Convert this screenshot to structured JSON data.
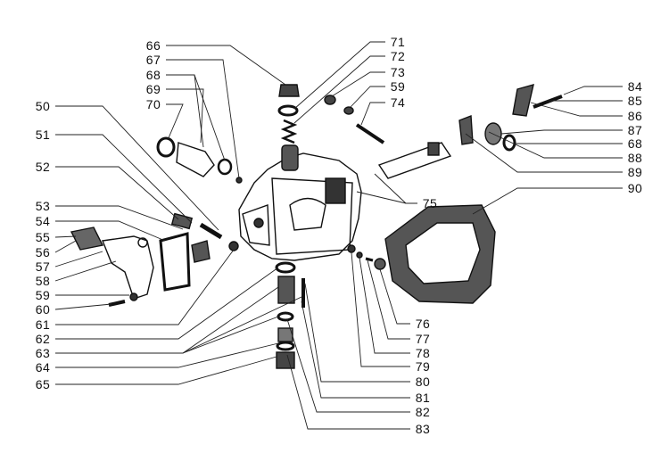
{
  "diagram": {
    "callouts": [
      "50",
      "51",
      "52",
      "53",
      "54",
      "55",
      "56",
      "57",
      "58",
      "59",
      "60",
      "61",
      "62",
      "63",
      "64",
      "65",
      "66",
      "67",
      "68",
      "69",
      "70",
      "71",
      "72",
      "73",
      "59",
      "74",
      "75",
      "84",
      "85",
      "86",
      "87",
      "68",
      "88",
      "89",
      "90",
      "76",
      "77",
      "78",
      "79",
      "80",
      "81",
      "82",
      "83"
    ]
  }
}
